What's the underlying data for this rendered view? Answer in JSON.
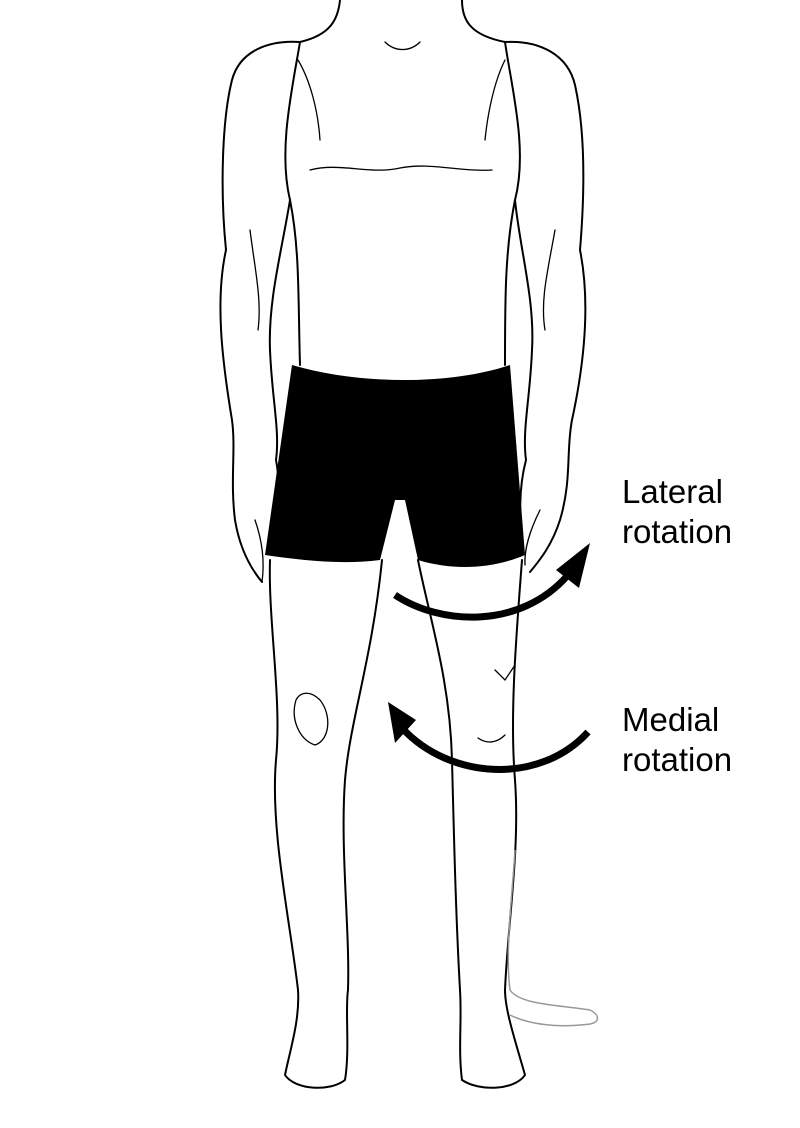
{
  "labels": {
    "lateral": {
      "line1": "Lateral",
      "line2": "rotation"
    },
    "medial": {
      "line1": "Medial",
      "line2": "rotation"
    }
  },
  "colors": {
    "ink": "#000000",
    "ghost": "#999999",
    "background": "#ffffff"
  }
}
